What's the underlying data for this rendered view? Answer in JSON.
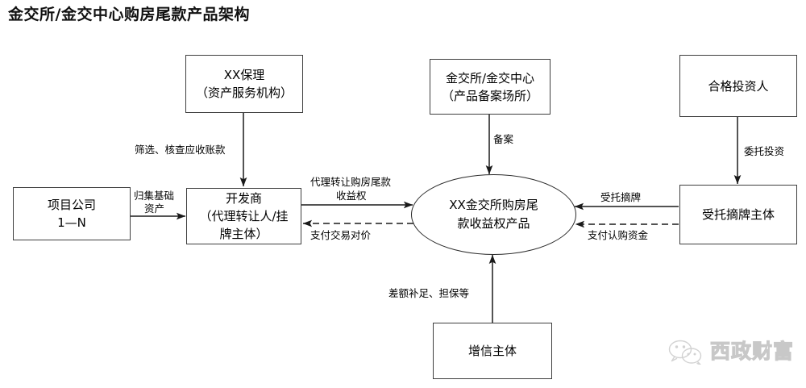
{
  "title": "金交所/金交中心购房尾款产品架构",
  "nodes": {
    "factoring": {
      "line1": "XX保理",
      "line2": "（资产服务机构）"
    },
    "exchange": {
      "line1": "金交所/金交中心",
      "line2": "（产品备案场所）"
    },
    "investor": {
      "line1": "合格投资人",
      "line2": ""
    },
    "project_company": {
      "line1": "项目公司",
      "line2": "1—N"
    },
    "developer": {
      "line1": "开发商",
      "line2": "（代理转让人/挂",
      "line3": "牌主体）"
    },
    "product": {
      "line1": "XX金交所购房尾",
      "line2": "款收益权产品"
    },
    "bidder": {
      "line1": "受托摘牌主体",
      "line2": ""
    },
    "credit_enhancer": {
      "line1": "增信主体",
      "line2": ""
    }
  },
  "edge_labels": {
    "screen_receivables": "筛选、核查应收账款",
    "filing": "备案",
    "entrusted_investment": "委托投资",
    "collect_assets_l1": "归集基础",
    "collect_assets_l2": "资产",
    "agency_transfer_l1": "代理转让购房尾款",
    "agency_transfer_l2": "收益权",
    "pay_consideration": "支付交易对价",
    "entrusted_bid": "受托摘牌",
    "pay_subscription": "支付认购资金",
    "difference_guarantee": "差额补足、担保等"
  },
  "watermark": {
    "text": "西政财富",
    "icon": "wechat-icon"
  },
  "colors": {
    "box_border": "#3f3f3f",
    "line": "#1a1a1a",
    "background": "#ffffff",
    "watermark": "#c3c3c3"
  }
}
